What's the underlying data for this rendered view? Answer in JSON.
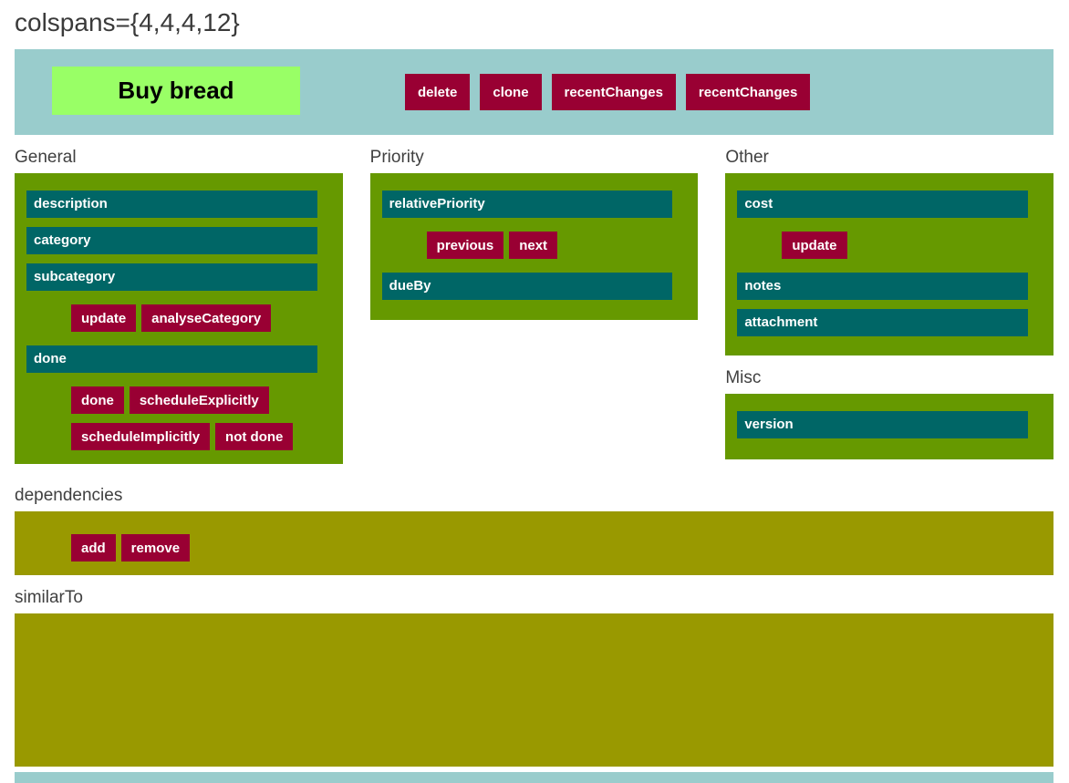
{
  "title": "colspans={4,4,4,12}",
  "header": {
    "task": "Buy bread",
    "buttons": [
      "delete",
      "clone",
      "recentChanges",
      "recentChanges"
    ]
  },
  "general": {
    "label": "General",
    "fields": [
      "description",
      "category",
      "subcategory",
      "done"
    ],
    "buttons": [
      "update",
      "analyseCategory",
      "done",
      "scheduleExplicitly",
      "scheduleImplicitly",
      "not done"
    ]
  },
  "priority": {
    "label": "Priority",
    "fields": [
      "relativePriority",
      "dueBy"
    ],
    "buttons": [
      "previous",
      "next"
    ]
  },
  "other": {
    "label": "Other",
    "fields": [
      "cost",
      "notes",
      "attachment"
    ],
    "buttons": [
      "update"
    ]
  },
  "misc": {
    "label": "Misc",
    "fields": [
      "version"
    ]
  },
  "dependencies": {
    "label": "dependencies",
    "buttons": [
      "add",
      "remove"
    ]
  },
  "similar_to": {
    "label": "similarTo"
  },
  "colors": {
    "header_bg": "#99cccc",
    "panel_green": "#669900",
    "panel_olive": "#999900",
    "field_teal": "#006666",
    "button_maroon": "#990033",
    "task_highlight": "#99ff66"
  }
}
